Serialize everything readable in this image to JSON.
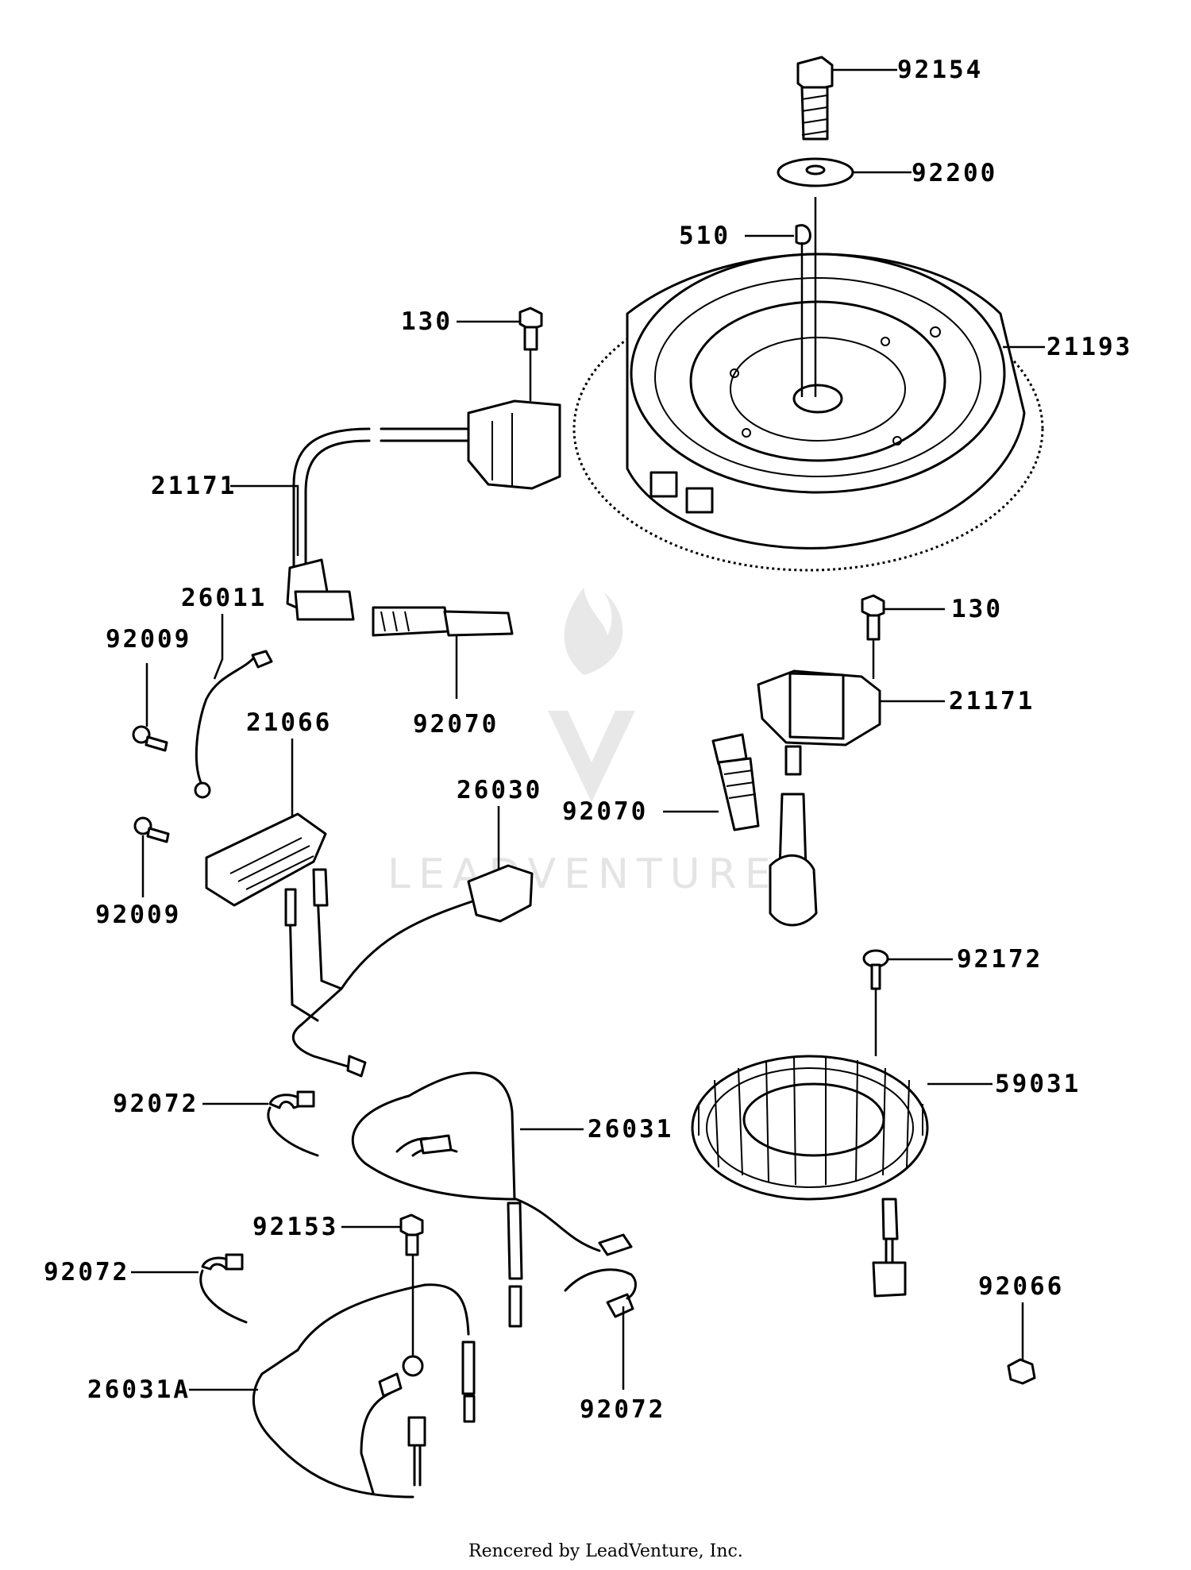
{
  "labels": {
    "p92154": "92154",
    "p92200": "92200",
    "p510": "510",
    "p130_top": "130",
    "p21193": "21193",
    "p21171_left": "21171",
    "p26011": "26011",
    "p92009_top": "92009",
    "p21066": "21066",
    "p92070_left": "92070",
    "p130_right": "130",
    "p21171_right": "21171",
    "p26030": "26030",
    "p92070_right": "92070",
    "p92009_bottom": "92009",
    "p92172": "92172",
    "p59031": "59031",
    "p92072_a": "92072",
    "p26031": "26031",
    "p92153": "92153",
    "p92072_b": "92072",
    "p92066": "92066",
    "p26031A": "26031A",
    "p92072_c": "92072"
  },
  "watermark": {
    "text": "LEADVENTURE"
  },
  "credit": "Rencered by LeadVenture, Inc."
}
